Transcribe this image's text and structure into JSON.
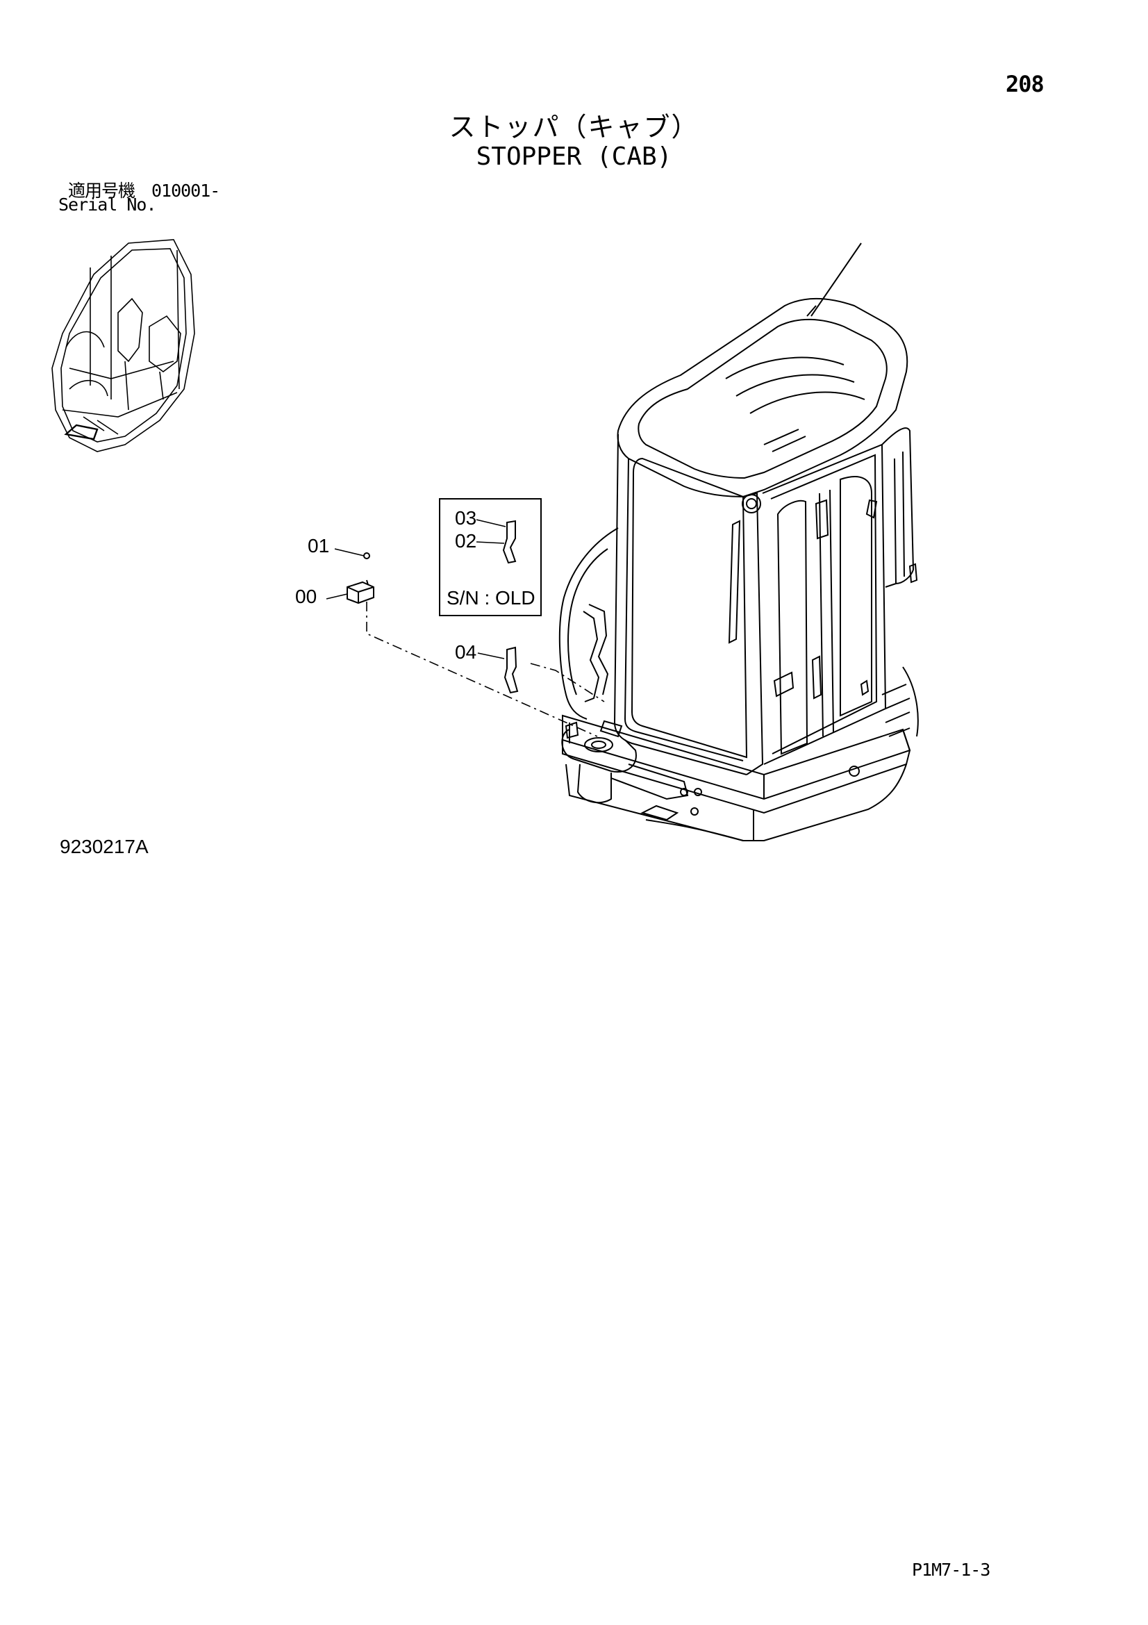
{
  "page": {
    "page_number": "208",
    "title_jp": "ストッパ（キャブ）",
    "title_en": "STOPPER (CAB)",
    "serial_jp": "適用号機　010001-",
    "serial_en": "Serial No.",
    "drawing_number": "9230217A",
    "footer_code": "P1M7-1-3"
  },
  "callouts": {
    "c00": "00",
    "c01": "01",
    "c02": "02",
    "c03": "03",
    "c04": "04",
    "old_label": "S/N : OLD"
  }
}
